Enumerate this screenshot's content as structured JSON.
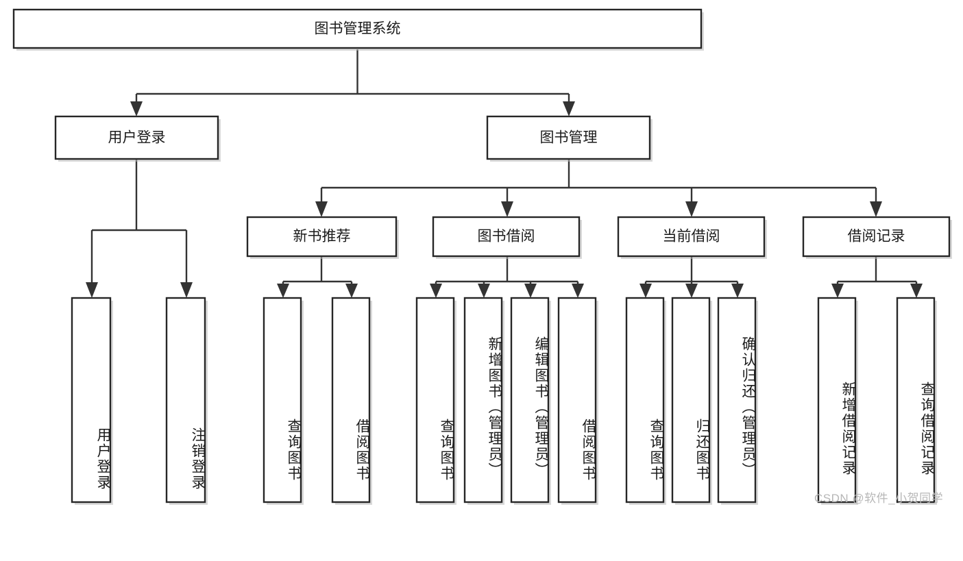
{
  "diagram": {
    "type": "tree-hierarchy",
    "title": "图书管理系统",
    "orientation": "top-down",
    "colors": {
      "box_fill": "#ffffff",
      "box_stroke": "#262626",
      "connector": "#333333",
      "text": "#1b1b1b",
      "watermark": "#b7b7b7"
    },
    "root": {
      "id": "root",
      "label": "图书管理系统"
    },
    "level2": [
      {
        "id": "user-login",
        "label": "用户登录"
      },
      {
        "id": "book-manage",
        "label": "图书管理"
      }
    ],
    "level3": [
      {
        "id": "new-book-rec",
        "label": "新书推荐",
        "parent": "book-manage"
      },
      {
        "id": "book-borrow",
        "label": "图书借阅",
        "parent": "book-manage"
      },
      {
        "id": "current-borrow",
        "label": "当前借阅",
        "parent": "book-manage"
      },
      {
        "id": "borrow-record",
        "label": "借阅记录",
        "parent": "book-manage"
      }
    ],
    "leaves": [
      {
        "id": "leaf-user-login",
        "label": "用户登录",
        "parent": "user-login",
        "align": "bottom"
      },
      {
        "id": "leaf-logout",
        "label": "注销登录",
        "parent": "user-login",
        "align": "bottom"
      },
      {
        "id": "leaf-query-book-1",
        "label": "查询图书",
        "parent": "new-book-rec",
        "align": "middle"
      },
      {
        "id": "leaf-borrow-book-1",
        "label": "借阅图书",
        "parent": "new-book-rec",
        "align": "middle"
      },
      {
        "id": "leaf-query-book-2",
        "label": "查询图书",
        "parent": "book-borrow",
        "align": "middle"
      },
      {
        "id": "leaf-add-book",
        "label": "新增图书（管理员）",
        "parent": "book-borrow",
        "align": "top"
      },
      {
        "id": "leaf-edit-book",
        "label": "编辑图书（管理员）",
        "parent": "book-borrow",
        "align": "top"
      },
      {
        "id": "leaf-borrow-book-2",
        "label": "借阅图书",
        "parent": "book-borrow",
        "align": "middle"
      },
      {
        "id": "leaf-query-book-3",
        "label": "查询图书",
        "parent": "current-borrow",
        "align": "middle"
      },
      {
        "id": "leaf-return-book",
        "label": "归还图书",
        "parent": "current-borrow",
        "align": "middle"
      },
      {
        "id": "leaf-confirm-return",
        "label": "确认归还（管理员）",
        "parent": "current-borrow",
        "align": "top"
      },
      {
        "id": "leaf-add-record",
        "label": "新增借阅记录",
        "parent": "borrow-record",
        "align": "middle"
      },
      {
        "id": "leaf-query-record",
        "label": "查询借阅记录",
        "parent": "borrow-record",
        "align": "middle"
      }
    ]
  },
  "watermark": {
    "text": "CSDN @软件_小贺同学"
  }
}
